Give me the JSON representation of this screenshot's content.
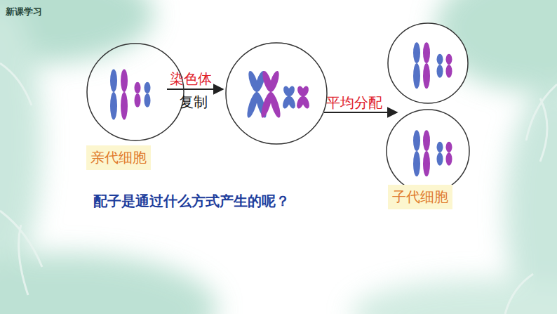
{
  "diagram": {
    "title": "新课学习",
    "nodes": [
      {
        "text": [
          "亲代细胞"
        ]
      },
      {
        "text": [
          "子代细胞"
        ]
      }
    ],
    "labels": [
      "染色体",
      "复制",
      "平均分配",
      "配子是通过什么方式产生的呢？"
    ]
  }
}
